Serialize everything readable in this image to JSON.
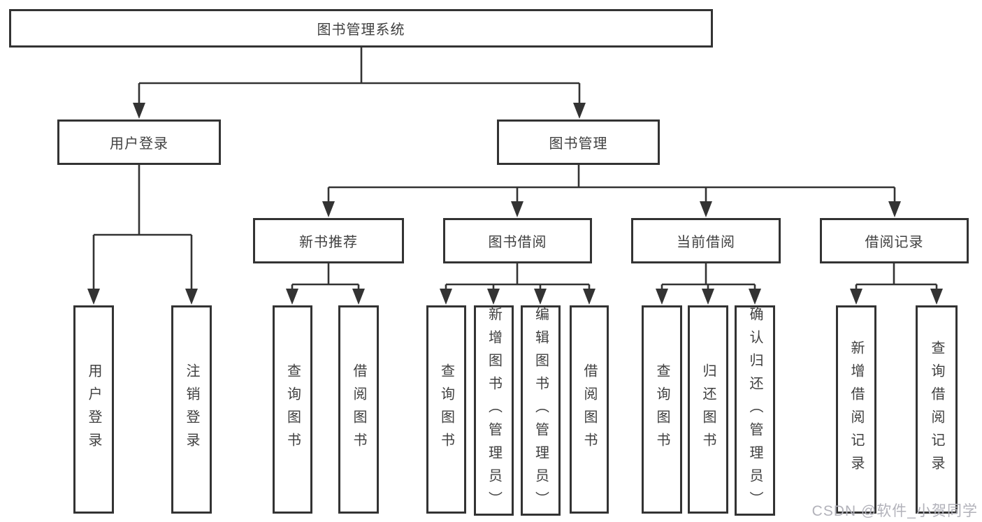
{
  "diagram": {
    "root": {
      "label": "图书管理系统"
    },
    "branches": [
      {
        "label": "用户登录"
      },
      {
        "label": "图书管理"
      }
    ],
    "modules": [
      {
        "label": "新书推荐"
      },
      {
        "label": "图书借阅"
      },
      {
        "label": "当前借阅"
      },
      {
        "label": "借阅记录"
      }
    ],
    "leaves": [
      {
        "label": "用户登录"
      },
      {
        "label": "注销登录"
      },
      {
        "label": "查询图书"
      },
      {
        "label": "借阅图书"
      },
      {
        "label": "查询图书"
      },
      {
        "label": "新增图书（管理员）"
      },
      {
        "label": "编辑图书（管理员）"
      },
      {
        "label": "借阅图书"
      },
      {
        "label": "查询图书"
      },
      {
        "label": "归还图书"
      },
      {
        "label": "确认归还（管理员）"
      },
      {
        "label": "新增借阅记录"
      },
      {
        "label": "查询借阅记录"
      }
    ]
  },
  "watermark": {
    "text": "CSDN @软件_小贺同学"
  },
  "colors": {
    "line": "#333333",
    "text": "#404040",
    "watermark": "#b2b2ba",
    "background": "#ffffff"
  }
}
